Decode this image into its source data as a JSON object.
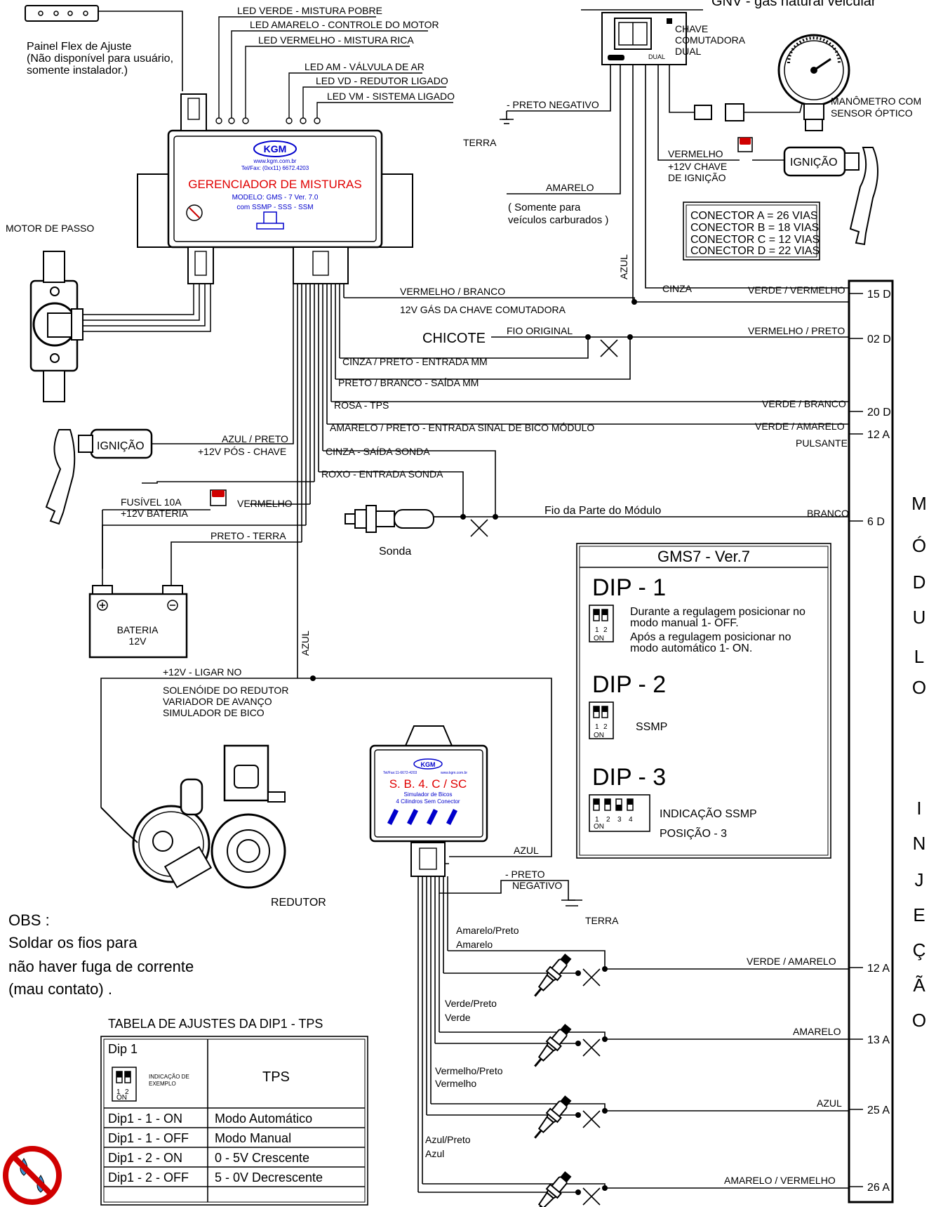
{
  "top": {
    "gnv_label": "GNV - gás natural veicular",
    "panel_label_1": "Painel Flex de Ajuste",
    "panel_label_2": "(Não disponível para usuário,",
    "panel_label_3": "somente instalador.)",
    "leds": [
      "LED VERDE - MISTURA POBRE",
      "LED AMARELO - CONTROLE DO MOTOR",
      "LED VERMELHO - MISTURA RICA",
      "LED AM - VÁLVULA DE AR",
      "LED VD - REDUTOR LIGADO",
      "LED VM -  SISTEMA LIGADO"
    ]
  },
  "ecu": {
    "brand": "KGM",
    "site": "www.kgm.com.br",
    "phone": "Tel/Fax: (0xx11) 6672.4203",
    "title": "GERENCIADOR DE MISTURAS",
    "model": "MODELO: GMS - 7 Ver. 7.0",
    "variants": "com SSMP - SSS - SSM"
  },
  "switch": {
    "label_1": "CHAVE",
    "label_2": "COMUTADORA",
    "label_3": "DUAL",
    "dual_text": "DUAL",
    "preto_negativo": "- PRETO NEGATIVO",
    "terra": "TERRA",
    "amarelo": "AMARELO",
    "carb_1": "( Somente para",
    "carb_2": "veículos carburados )",
    "vermelho": "VERMELHO",
    "chave_ign_1": "+12V CHAVE",
    "chave_ign_2": "DE IGNIÇÃO",
    "ignicao": "IGNIÇÃO",
    "manometro_1": "MANÔMETRO COM",
    "manometro_2": "SENSOR ÓPTICO",
    "azul": "AZUL",
    "cinza": "CINZA"
  },
  "connectors": [
    "CONECTOR A = 26 VIAS",
    "CONECTOR B = 18 VIAS",
    "CONECTOR C = 12 VIAS",
    "CONECTOR D = 22 VIAS"
  ],
  "wires": {
    "vermelho_branco": "VERMELHO / BRANCO",
    "gas_chave": "12V GÁS DA CHAVE COMUTADORA",
    "chicote": "CHICOTE",
    "fio_original": "FIO ORIGINAL",
    "cinza_preto": "CINZA / PRETO - ENTRADA MM",
    "preto_branco": "PRETO / BRANCO - SAÍDA MM",
    "rosa_tps": "ROSA - TPS",
    "amarelo_preto": "AMARELO / PRETO - ENTRADA SINAL DE BICO MÓDULO",
    "cinza_sonda": "CINZA - SAÍDA SONDA",
    "roxo_sonda": "ROXO - ENTRADA SONDA",
    "fio_modulo": "Fio da Parte do Módulo",
    "branco": "BRANCO",
    "sonda": "Sonda",
    "verde_vermelho": "VERDE / VERMELHO",
    "vermelho_preto": "VERMELHO / PRETO",
    "verde_branco": "VERDE / BRANCO",
    "verde_amarelo": "VERDE / AMARELO",
    "pulsante": "PULSANTE",
    "azul_preto": "AZUL / PRETO",
    "pos_chave": "+12V PÓS - CHAVE",
    "ignicao": "IGNIÇÃO",
    "fusivel": "FUSÍVEL 10A",
    "bateria12": "+12V BATERIA",
    "vermelho": "VERMELHO",
    "preto_terra": "PRETO - TERRA",
    "bateria": "BATERIA",
    "bateria_v": "12V",
    "azul": "AZUL",
    "ligar_no": "+12V - LIGAR NO",
    "solenoide": "SOLENÓIDE DO REDUTOR",
    "variador": "VARIADOR DE AVANÇO",
    "simulador": "SIMULADOR DE BICO",
    "redutor": "REDUTOR",
    "motor_passo": "MOTOR DE PASSO"
  },
  "pins": [
    "15 D",
    "02 D",
    "20 D",
    "12 A",
    "6 D",
    "12 A",
    "13 A",
    "25 A",
    "26 A"
  ],
  "module_letters": [
    "M",
    "Ó",
    "D",
    "U",
    "L",
    "O",
    "I",
    "N",
    "J",
    "E",
    "Ç",
    "Ã",
    "O"
  ],
  "dip_box": {
    "title": "GMS7 - Ver.7",
    "dip1": "DIP - 1",
    "dip1_text": [
      "Durante a regulagem posicionar no",
      "modo manual  1- OFF.",
      "Após a regulagem posicionar no",
      "modo automático 1- ON."
    ],
    "dip2": "DIP - 2",
    "dip2_text": "SSMP",
    "dip3": "DIP - 3",
    "dip3_text_1": "INDICAÇÃO SSMP",
    "dip3_text_2": "POSIÇÃO - 3",
    "on": "ON",
    "n1": "1",
    "n2": "2",
    "n3": "3",
    "n4": "4"
  },
  "simulator": {
    "brand": "KGM",
    "phone": "Tel/Fax:11-6672-4203",
    "site": "www.kgm.com.br",
    "title": "S. B. 4. C / SC",
    "sub1": "Simulador  de  Bicos",
    "sub2": "4 Cilindros Sem Conector",
    "azul": "AZUL",
    "preto_negativo_1": "- PRETO",
    "preto_negativo_2": "NEGATIVO",
    "terra": "TERRA",
    "injectors": [
      {
        "pair_top": "Amarelo/Preto",
        "pair_bottom": "Amarelo",
        "right": "VERDE / AMARELO"
      },
      {
        "pair_top": "Verde/Preto",
        "pair_bottom": "Verde",
        "right": "AMARELO"
      },
      {
        "pair_top": "Vermelho/Preto",
        "pair_bottom": "Vermelho",
        "right": "AZUL"
      },
      {
        "pair_top": "Azul/Preto",
        "pair_bottom": "Azul",
        "right": "AMARELO / VERMELHO"
      }
    ]
  },
  "obs": [
    "OBS :",
    "Soldar os fios para",
    "não haver fuga de corrente",
    "(mau contato) ."
  ],
  "table": {
    "title": "TABELA DE AJUSTES DA DIP1 - TPS",
    "dip": "Dip 1",
    "indicacao_1": "INDICAÇÃO DE",
    "indicacao_2": "EXEMPLO",
    "tps": "TPS",
    "rows": [
      [
        "Dip1 - 1 - ON",
        "Modo Automático"
      ],
      [
        "Dip1 - 1 - OFF",
        "Modo Manual"
      ],
      [
        "Dip1 - 2 - ON",
        "0 - 5V Crescente"
      ],
      [
        "Dip1 - 2 - OFF",
        "5 - 0V Decrescente"
      ]
    ]
  }
}
